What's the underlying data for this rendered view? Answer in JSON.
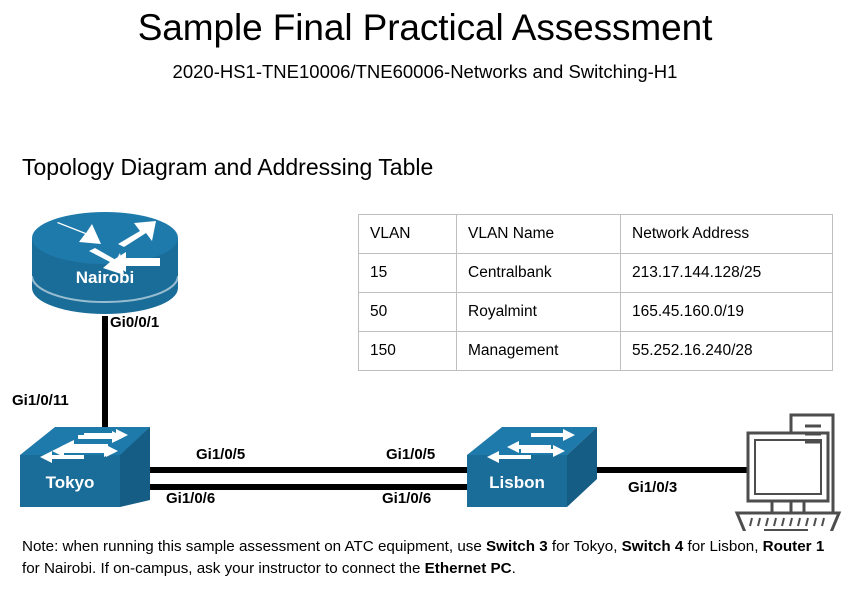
{
  "document": {
    "title": "Sample Final Practical Assessment",
    "subtitle": "2020-HS1-TNE10006/TNE60006-Networks and Switching-H1",
    "section_heading": "Topology Diagram and Addressing Table"
  },
  "addressing_table": {
    "headers": [
      "VLAN",
      "VLAN Name",
      "Network Address"
    ],
    "rows": [
      [
        "15",
        "Centralbank",
        "213.17.144.128/25"
      ],
      [
        "50",
        "Royalmint",
        "165.45.160.0/19"
      ],
      [
        "150",
        "Management",
        "55.252.16.240/28"
      ]
    ]
  },
  "topology": {
    "devices": [
      {
        "id": "nairobi",
        "label": "Nairobi",
        "type": "router"
      },
      {
        "id": "tokyo",
        "label": "Tokyo",
        "type": "switch"
      },
      {
        "id": "lisbon",
        "label": "Lisbon",
        "type": "switch"
      },
      {
        "id": "ethernet-pc",
        "label": "",
        "type": "pc"
      }
    ],
    "port_labels": {
      "nairobi_down": "Gi0/0/1",
      "tokyo_up": "Gi1/0/11",
      "tokyo_trunk_top": "Gi1/0/5",
      "tokyo_trunk_bottom": "Gi1/0/6",
      "lisbon_trunk_top": "Gi1/0/5",
      "lisbon_trunk_bottom": "Gi1/0/6",
      "lisbon_pc": "Gi1/0/3"
    },
    "colors": {
      "device_blue_top": "#1e7aab",
      "device_blue_front": "#1b6d99",
      "device_blue_side": "#155d84",
      "link_black": "#000000",
      "pc_outline": "#4d4d4d"
    }
  },
  "footer_note": {
    "parts": [
      {
        "text": "Note: when running this sample assessment on ATC equipment, use ",
        "bold": false
      },
      {
        "text": "Switch 3",
        "bold": true
      },
      {
        "text": " for Tokyo, ",
        "bold": false
      },
      {
        "text": "Switch 4",
        "bold": true
      },
      {
        "text": " for Lisbon, ",
        "bold": false
      },
      {
        "text": "Router 1",
        "bold": true
      },
      {
        "text": " for Nairobi. If on-campus, ask your instructor to connect the ",
        "bold": false
      },
      {
        "text": "Ethernet PC",
        "bold": true
      },
      {
        "text": ".",
        "bold": false
      }
    ]
  }
}
